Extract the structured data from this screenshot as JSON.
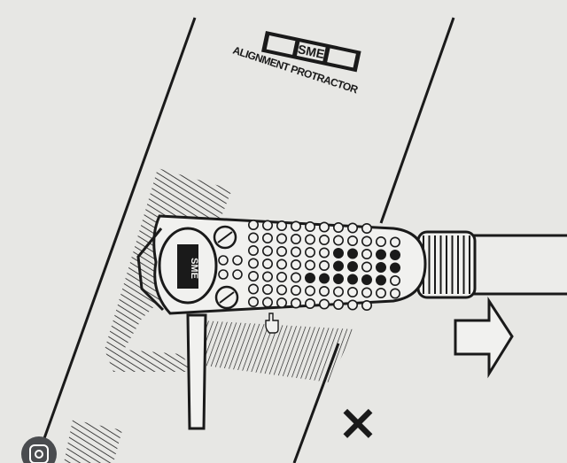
{
  "diagram": {
    "brand_text": "SME",
    "product_label": "ALIGNMENT PROTRACTOR",
    "cartridge_label": "SME",
    "mark_symbol": "×",
    "dot_grid": {
      "rows": 7,
      "cols": 11,
      "filled": [
        [
          2,
          6
        ],
        [
          2,
          7
        ],
        [
          2,
          9
        ],
        [
          2,
          10
        ],
        [
          3,
          6
        ],
        [
          3,
          7
        ],
        [
          3,
          9
        ],
        [
          3,
          10
        ],
        [
          4,
          4
        ],
        [
          4,
          5
        ],
        [
          4,
          6
        ],
        [
          4,
          7
        ],
        [
          4,
          8
        ],
        [
          4,
          9
        ]
      ]
    },
    "colors": {
      "background": "#e7e7e4",
      "ink": "#1a1a1a",
      "paper": "#f1f1ef"
    }
  },
  "overlay": {
    "lens_icon": "lens-search-icon",
    "pointer_icon": "hand-pointer-icon"
  }
}
